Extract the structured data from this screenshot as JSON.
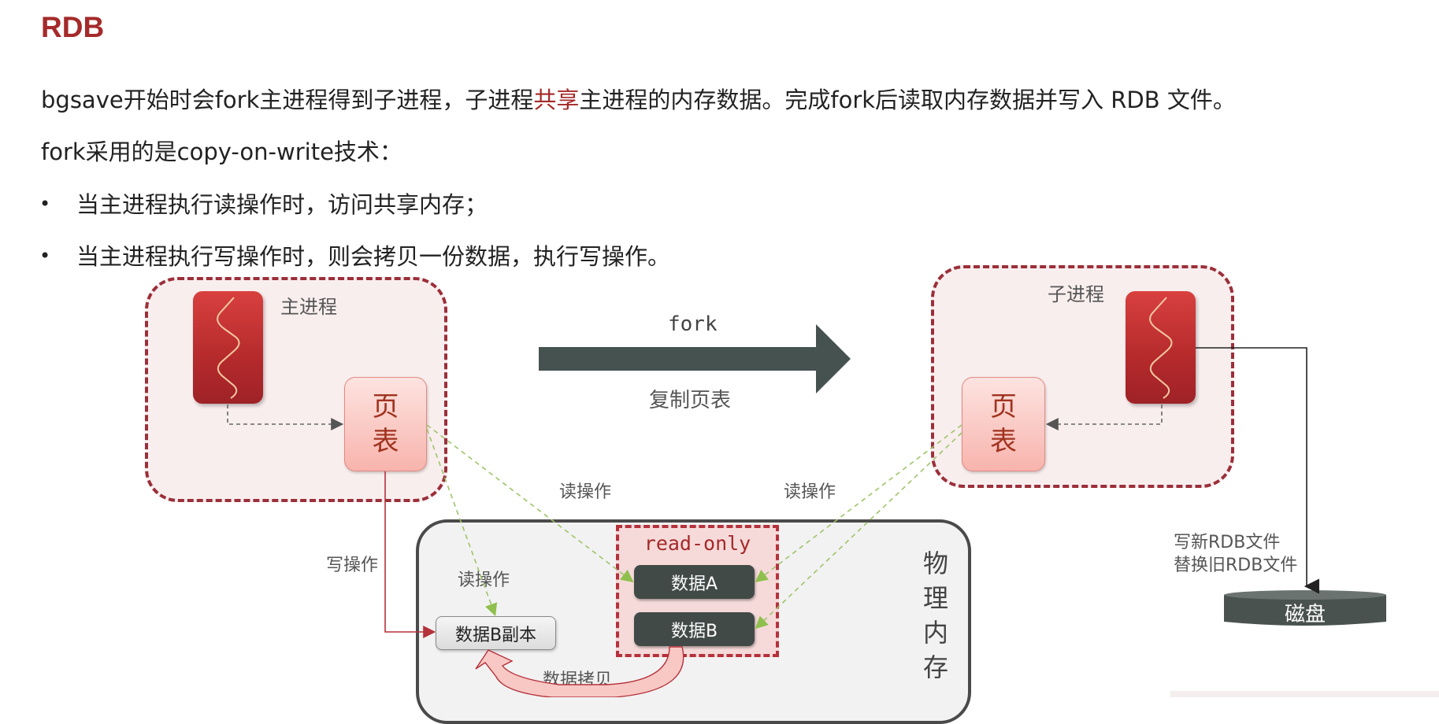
{
  "title": "RDB",
  "intro": {
    "part1": "bgsave开始时会fork主进程得到子进程，子进程",
    "highlight": "共享",
    "part2": "主进程的内存数据。完成fork后读取内存数据并写入 RDB 文件。"
  },
  "cow_line": "fork采用的是copy-on-write技术：",
  "bullets": [
    "当主进程执行读操作时，访问共享内存；",
    "当主进程执行写操作时，则会拷贝一份数据，执行写操作。"
  ],
  "diagram": {
    "main_process_label": "主进程",
    "child_process_label": "子进程",
    "page_table": [
      "页",
      "表"
    ],
    "fork_label": "fork",
    "copy_page_table_label": "复制页表",
    "read_op_label": "读操作",
    "write_op_label": "写操作",
    "read_only_label": "read-only",
    "data_a": "数据A",
    "data_b": "数据B",
    "data_b_copy": "数据B副本",
    "data_copy_label": "数据拷贝",
    "physical_memory": [
      "物",
      "理",
      "内",
      "存"
    ],
    "disk_note": [
      "写新RDB文件",
      "替换旧RDB文件"
    ],
    "disk_label": "磁盘"
  },
  "colors": {
    "title": "#a52a2a",
    "highlight": "#a52a2a",
    "dashed_border": "#9b2f3a",
    "thread_block": "#c0302f",
    "data_block": "#424a48",
    "fork_arrow": "#465250",
    "read_arrow": "#9ec46a",
    "write_arrow": "#b5313b"
  }
}
